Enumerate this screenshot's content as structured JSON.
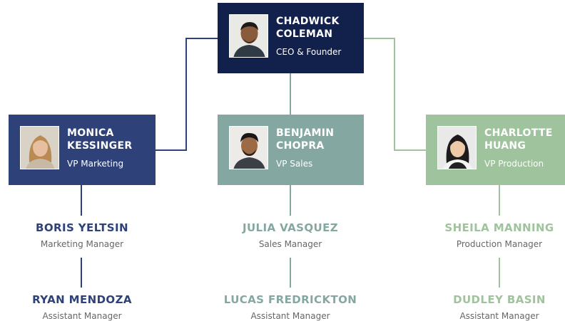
{
  "colors": {
    "ceo": "#11214c",
    "marketing": "#2e4279",
    "sales": "#84a8a1",
    "production": "#9fc39c",
    "subtitle": "#666666"
  },
  "ceo": {
    "name": "CHADWICK COLEMAN",
    "role": "CEO & Founder",
    "photo_icon": "man-portrait-icon"
  },
  "vps": [
    {
      "name": "MONICA KESSINGER",
      "role": "VP Marketing",
      "photo_icon": "woman-portrait-icon"
    },
    {
      "name": "BENJAMIN CHOPRA",
      "role": "VP Sales",
      "photo_icon": "man-portrait-icon"
    },
    {
      "name": "CHARLOTTE HUANG",
      "role": "VP Production",
      "photo_icon": "woman-portrait-icon"
    }
  ],
  "reports": [
    {
      "manager": {
        "name": "BORIS YELTSIN",
        "role": "Marketing Manager"
      },
      "assistant": {
        "name": "RYAN MENDOZA",
        "role": "Assistant Manager"
      }
    },
    {
      "manager": {
        "name": "JULIA VASQUEZ",
        "role": "Sales Manager"
      },
      "assistant": {
        "name": "LUCAS FREDRICKTON",
        "role": "Assistant Manager"
      }
    },
    {
      "manager": {
        "name": "SHEILA MANNING",
        "role": "Production Manager"
      },
      "assistant": {
        "name": "DUDLEY BASIN",
        "role": "Assistant Manager"
      }
    }
  ]
}
